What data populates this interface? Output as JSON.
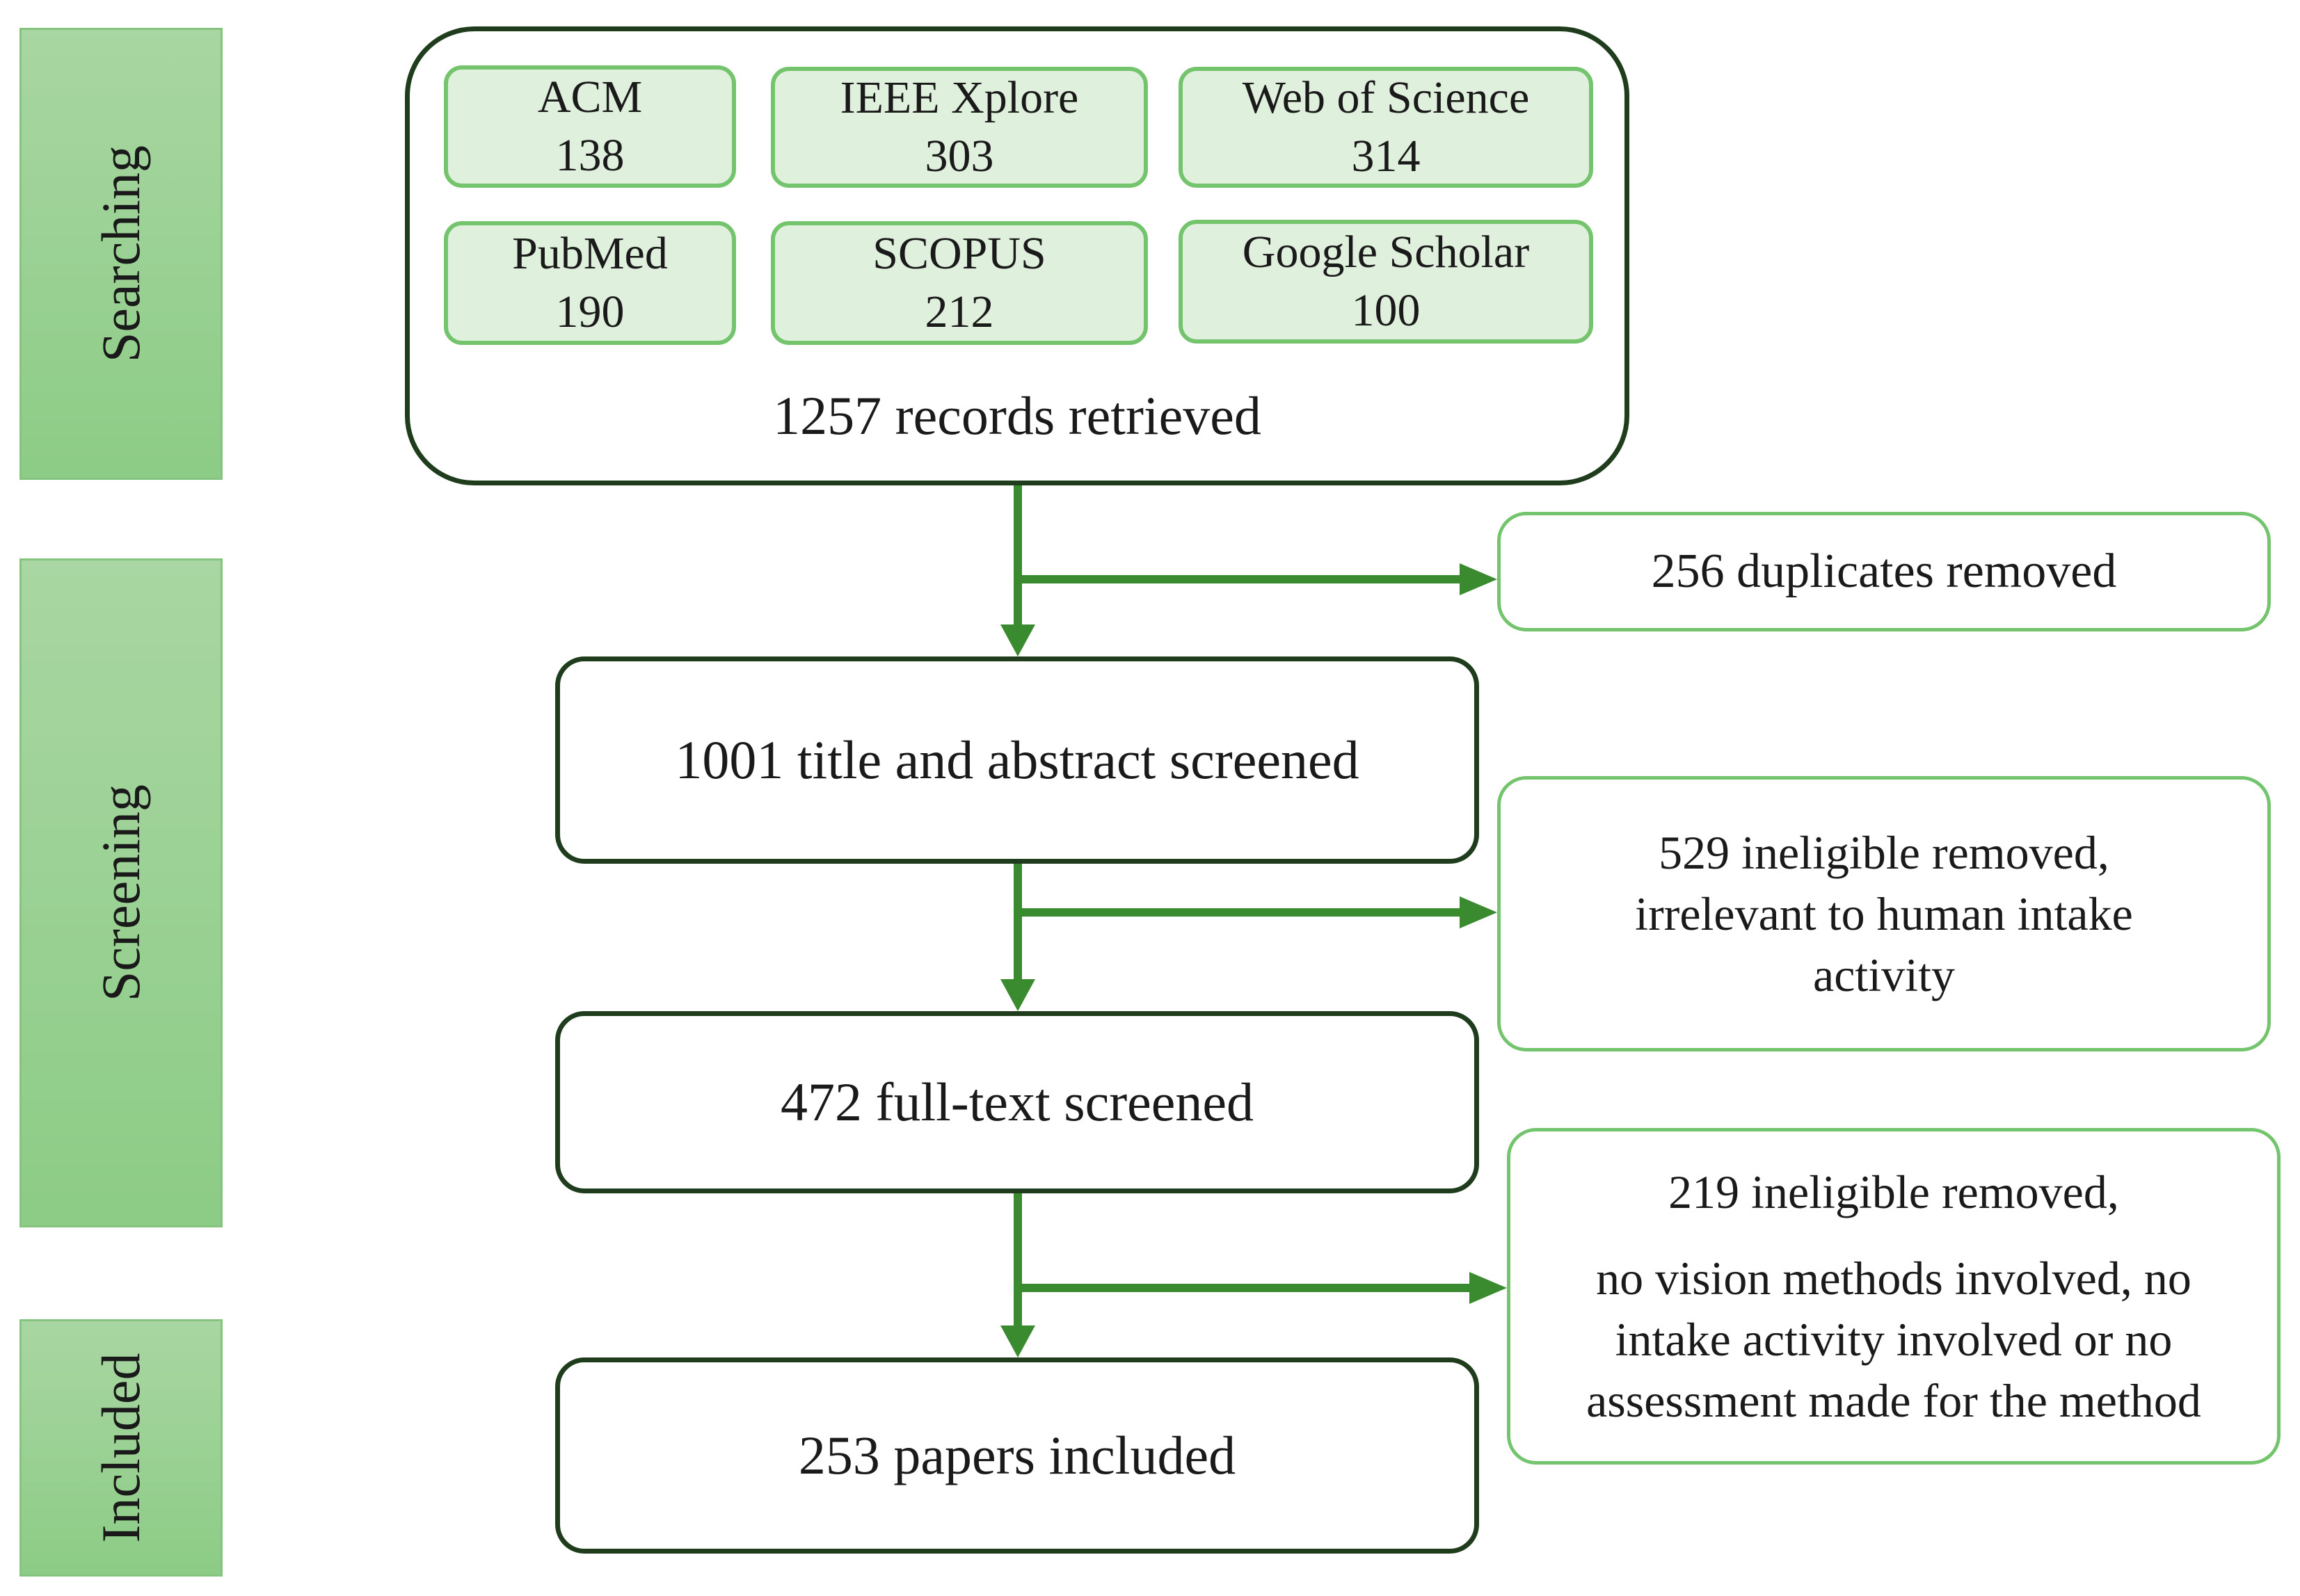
{
  "stages": {
    "searching": "Searching",
    "screening": "Screening",
    "included": "Included"
  },
  "sources": [
    {
      "name": "ACM",
      "count": "138"
    },
    {
      "name": "IEEE  Xplore",
      "count": "303"
    },
    {
      "name": "Web of Science",
      "count": "314"
    },
    {
      "name": "PubMed",
      "count": "190"
    },
    {
      "name": "SCOPUS",
      "count": "212"
    },
    {
      "name": "Google Scholar",
      "count": "100"
    }
  ],
  "records_retrieved": "1257  records retrieved",
  "steps": {
    "title_abstract": "1001  title  and abstract  screened",
    "full_text": "472  full-text  screened",
    "included": "253  papers included"
  },
  "exclusions": {
    "duplicates": "256  duplicates removed",
    "ineligible_1": [
      "529  ineligible  removed,",
      "irrelevant to human  intake",
      "activity"
    ],
    "ineligible_2_title": "219  ineligible  removed,",
    "ineligible_2": [
      "no vision methods  involved,  no",
      "intake  activity involved  or  no",
      "assessment made for the method"
    ]
  },
  "colors": {
    "arrow": "#3a8a30",
    "stage_fill": "#99d192",
    "box_border_dark": "#1f3d1c",
    "box_border_green": "#74c46e",
    "source_fill": "#dff0dc"
  }
}
